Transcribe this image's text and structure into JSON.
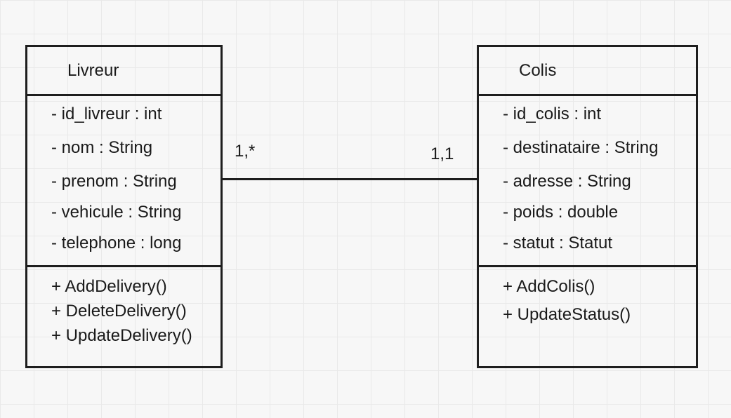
{
  "classes": {
    "livreur": {
      "name": "Livreur",
      "attributes": [
        "- id_livreur : int",
        "- nom : String",
        "- prenom : String",
        "- vehicule : String",
        "- telephone : long"
      ],
      "methods": [
        "+ AddDelivery()",
        "+ DeleteDelivery()",
        "+ UpdateDelivery()"
      ]
    },
    "colis": {
      "name": "Colis",
      "attributes": [
        "- id_colis : int",
        "- destinataire : String",
        "- adresse : String",
        "- poids : double",
        "- statut : Statut"
      ],
      "methods": [
        "+ AddColis()",
        "+ UpdateStatus()"
      ]
    }
  },
  "association": {
    "livreur_multiplicity": "1,*",
    "colis_multiplicity": "1,1"
  }
}
